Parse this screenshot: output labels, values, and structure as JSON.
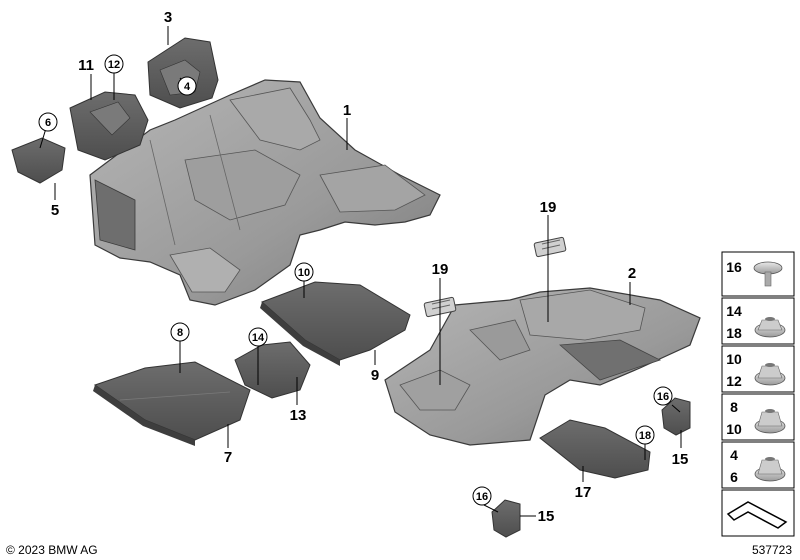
{
  "labels": {
    "p1": "1",
    "p2": "2",
    "p3": "3",
    "p5": "5",
    "p7": "7",
    "p9": "9",
    "p11": "11",
    "p13": "13",
    "p15a": "15",
    "p15b": "15",
    "p17": "17",
    "p19a": "19",
    "p19b": "19"
  },
  "circled": {
    "c4": "4",
    "c6": "6",
    "c8": "8",
    "c10": "10",
    "c12": "12",
    "c14": "14",
    "c16a": "16",
    "c16b": "16",
    "c18": "18"
  },
  "legend": {
    "r16": "16",
    "r14": "14",
    "r18": "18",
    "r10": "10",
    "r12": "12",
    "r8": "8",
    "r10b": "10",
    "r4": "4",
    "r6": "6"
  },
  "footer": {
    "copyright": "© 2023 BMW AG",
    "image_number": "537723"
  },
  "colors": {
    "part_fill": "#8c8c8c",
    "part_dark": "#5e5e5e",
    "part_light": "#c4c4c4",
    "outline": "#3a3a3a"
  }
}
